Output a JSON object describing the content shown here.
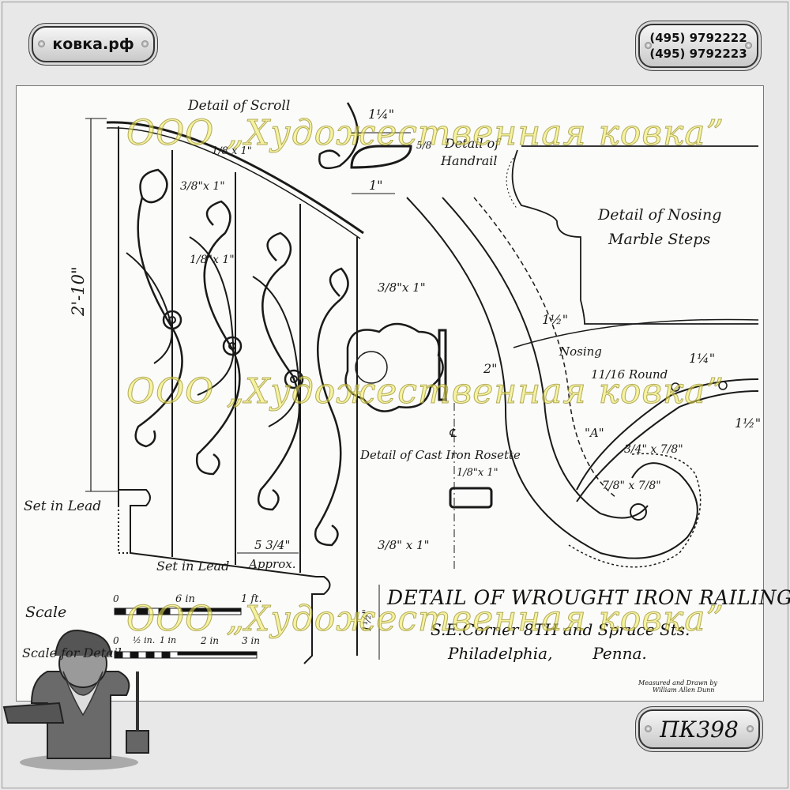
{
  "logo": {
    "text": "ковка.рф"
  },
  "phones": [
    "(495) 9792222",
    "(495) 9792223"
  ],
  "product_code": "ПК398",
  "watermark": "ООО „Художественная ковка”",
  "drawing": {
    "title": "DETAIL OF WROUGHT IRON RAILINGS",
    "location_line1": "S.E.Corner 8TH and Spruce Sts.",
    "location_line2": "Philadelphia,        Penna.",
    "credit_line1": "Measured and Drawn by",
    "credit_line2": "William Allen Dunn",
    "labels": {
      "detail_scroll": "Detail of Scroll",
      "detail_handrail_1": "Detail of",
      "detail_handrail_2": "Handrail",
      "detail_nosing_1": "Detail of Nosing",
      "detail_nosing_2": "Marble Steps",
      "detail_rosette": "Detail of Cast Iron Rosette",
      "set_in_lead_1": "Set in Lead",
      "set_in_lead_2": "Set in Lead",
      "nosing": "Nosing",
      "round": "11/16 Round",
      "point_a": "\"A\"",
      "approx": "Approx.",
      "height": "2'-10\"",
      "centerline": "℄"
    },
    "dimensions": {
      "d_1_1_4_top": "1¼\"",
      "d_5_8": "5/8",
      "d_1": "1\"",
      "d_1_8x1_top": "1/8 x 1\"",
      "d_3_8x1_a": "3/8\"x 1\"",
      "d_1_8x1_b": "1/8\"x 1\"",
      "d_3_8x1_b": "3/8\"x 1\"",
      "d_1_1_2_a": "1½\"",
      "d_2": "2\"",
      "d_1_1_4_right": "1¼\"",
      "d_1_1_2_right": "1½\"",
      "d_3_4x7_8": "3/4\" x 7/8\"",
      "d_7_8x7_8": "7/8\" x 7/8\"",
      "d_1_8x1_rosette": "1/8\"x 1\"",
      "d_3_8x1_c": "3/8\" x 1\"",
      "d_5_3_4": "5 3/4\"",
      "d_1_1_2_bottom": "1½\""
    },
    "scale": {
      "label": "Scale",
      "zero": "0",
      "six_in": "6 in",
      "one_ft": "1 ft.",
      "detail_label": "Scale for Detail",
      "d_zero": "0",
      "half_in": "½ in.",
      "one_in": "1 in",
      "two_in": "2 in",
      "three_in": "3 in"
    }
  },
  "colors": {
    "ink": "#1a1a1a",
    "watermark": "#efe85a",
    "paper": "#fbfbf9",
    "background": "#e8e8e8"
  },
  "icons": {
    "mascot": "blacksmith-gnome-icon",
    "rivet": "rivet-icon"
  }
}
